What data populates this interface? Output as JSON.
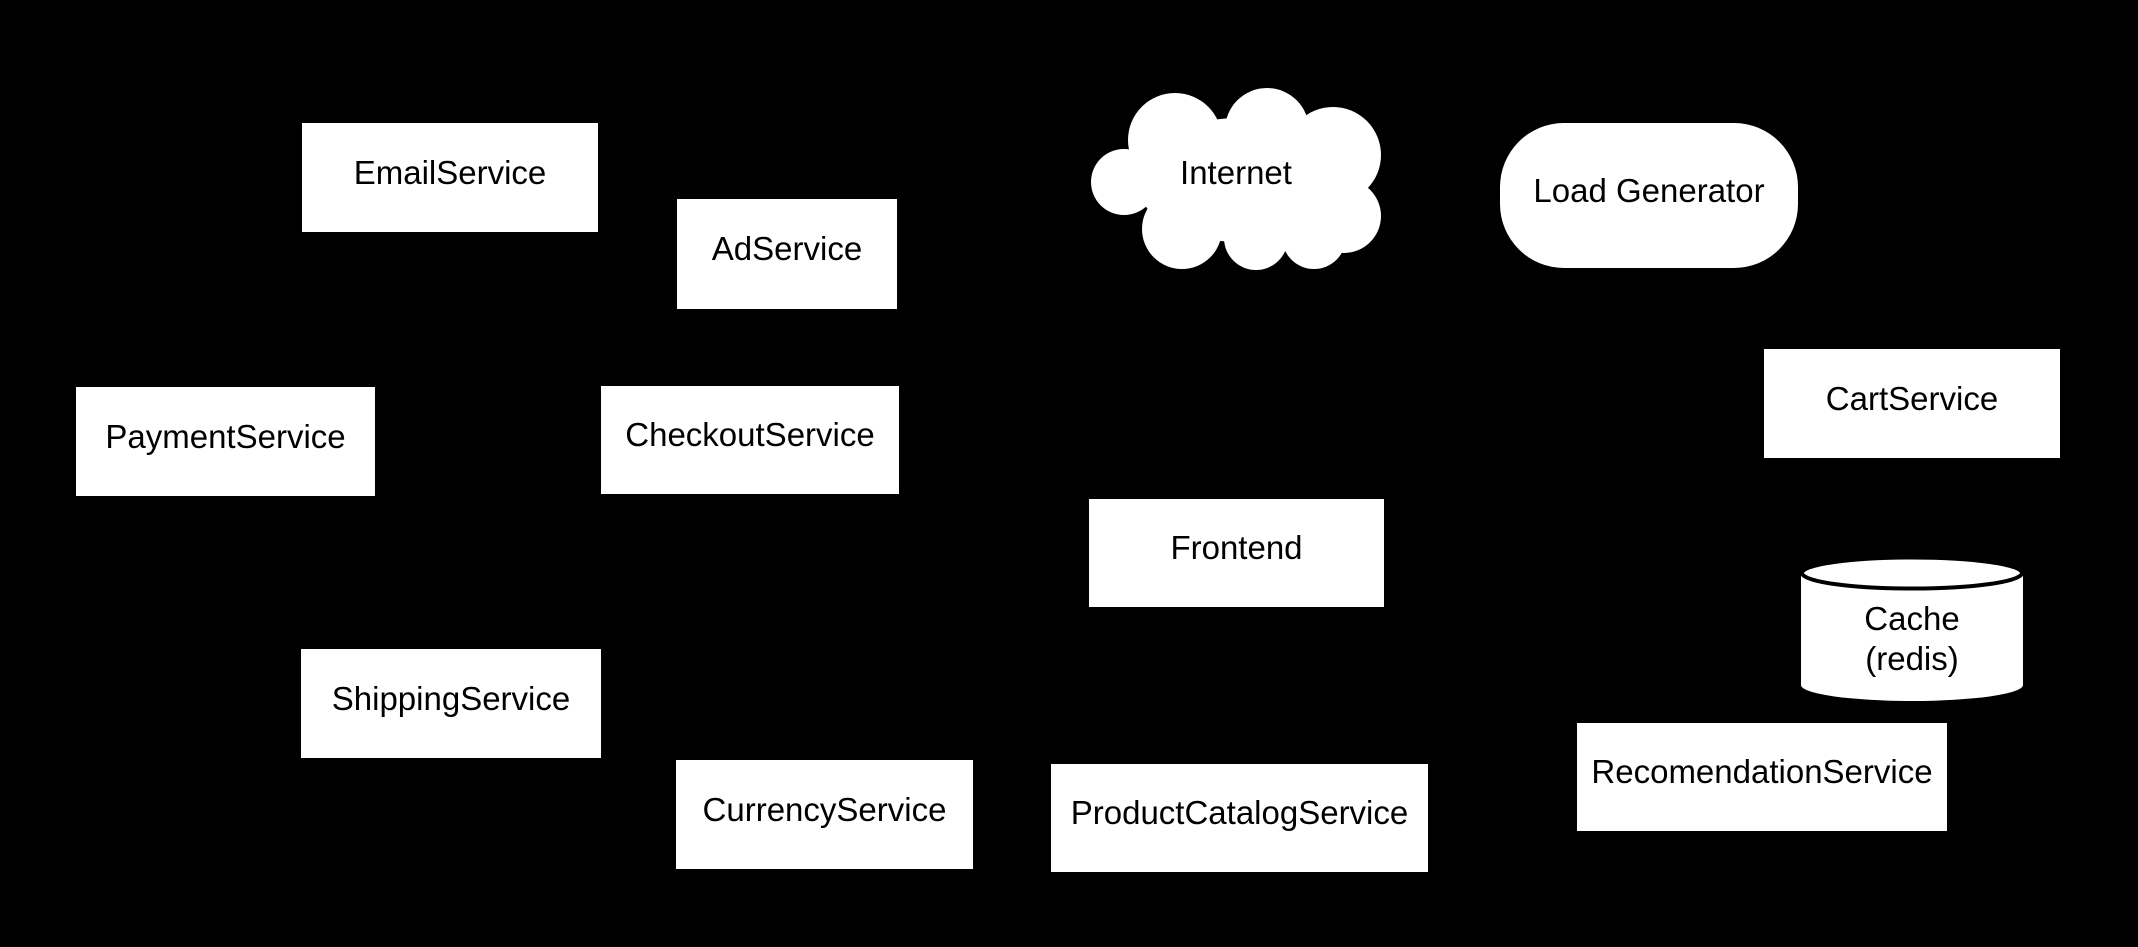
{
  "diagram": {
    "colors": {
      "background": "#000000",
      "node_fill": "#ffffff",
      "node_text": "#000000",
      "cylinder_lid_stroke": "#000000"
    },
    "nodes": [
      {
        "id": "email-service",
        "shape": "rectangle",
        "label": "EmailService"
      },
      {
        "id": "ad-service",
        "shape": "rectangle",
        "label": "AdService"
      },
      {
        "id": "internet",
        "shape": "cloud",
        "label": "Internet"
      },
      {
        "id": "load-generator",
        "shape": "rounded-rectangle",
        "label": "Load Generator"
      },
      {
        "id": "payment-service",
        "shape": "rectangle",
        "label": "PaymentService"
      },
      {
        "id": "checkout-service",
        "shape": "rectangle",
        "label": "CheckoutService"
      },
      {
        "id": "cart-service",
        "shape": "rectangle",
        "label": "CartService"
      },
      {
        "id": "frontend",
        "shape": "rectangle",
        "label": "Frontend"
      },
      {
        "id": "cache-redis",
        "shape": "cylinder",
        "label_line1": "Cache",
        "label_line2": "(redis)"
      },
      {
        "id": "shipping-service",
        "shape": "rectangle",
        "label": "ShippingService"
      },
      {
        "id": "currency-service",
        "shape": "rectangle",
        "label": "CurrencyService"
      },
      {
        "id": "product-catalog-service",
        "shape": "rectangle",
        "label": "ProductCatalogService"
      },
      {
        "id": "recomendation-service",
        "shape": "rectangle",
        "label": "RecomendationService"
      }
    ]
  }
}
